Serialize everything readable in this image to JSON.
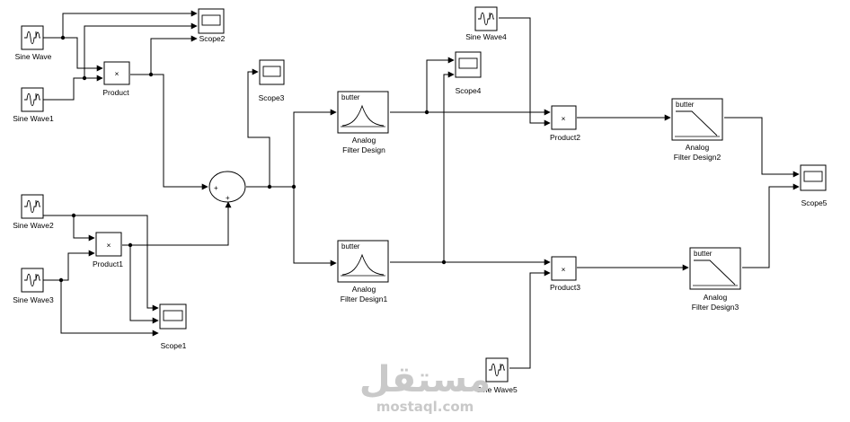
{
  "blocks": {
    "sine_wave": "Sine Wave",
    "sine_wave1": "Sine Wave1",
    "sine_wave2": "Sine Wave2",
    "sine_wave3": "Sine Wave3",
    "sine_wave4": "Sine Wave4",
    "sine_wave5": "Sine Wave5",
    "product": "Product",
    "product1": "Product1",
    "product2": "Product2",
    "product3": "Product3",
    "scope1": "Scope1",
    "scope2": "Scope2",
    "scope3": "Scope3",
    "scope4": "Scope4",
    "scope5": "Scope5",
    "filter": {
      "line1": "Analog",
      "line2": "Filter Design",
      "type": "butter"
    },
    "filter1": {
      "line1": "Analog",
      "line2": "Filter Design1",
      "type": "butter"
    },
    "filter2": {
      "line1": "Analog",
      "line2": "Filter Design2",
      "type": "butter"
    },
    "filter3": {
      "line1": "Analog",
      "line2": "Filter Design3",
      "type": "butter"
    },
    "sum_signs": {
      "top": "+",
      "bottom": "+"
    },
    "product_symbol": "×"
  },
  "watermark": {
    "arabic": "مستقل",
    "latin": "mostaql.com"
  }
}
